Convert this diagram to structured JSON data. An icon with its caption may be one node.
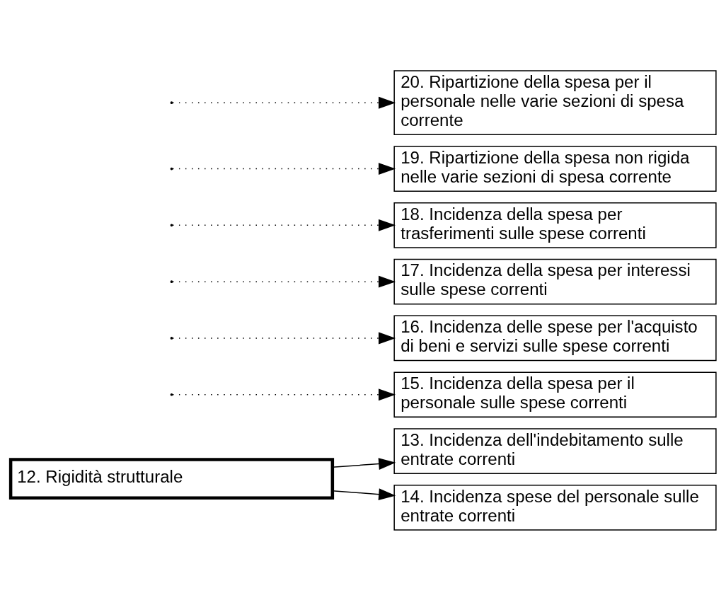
{
  "diagram": {
    "nodes": [
      {
        "text": [
          "12. Rigidità strutturale"
        ]
      },
      {
        "text": [
          "13. Incidenza dell'indebitamento sulle entrate correnti"
        ]
      },
      {
        "text": [
          "14. Incidenza spese del personale sulle entrate correnti"
        ]
      },
      {
        "text": [
          "15. Incidenza della spesa per il personale sulle spese correnti"
        ]
      },
      {
        "text": [
          "16. Incidenza delle spese per l'acquisto di beni e servizi sulle spese correnti"
        ]
      },
      {
        "text": [
          "17. Incidenza della spesa per interessi sulle spese correnti"
        ]
      },
      {
        "text": [
          "18. Incidenza della spesa per trasferimenti sulle spese correnti"
        ]
      },
      {
        "text": [
          "19. Ripartizione della spesa non rigida nelle varie sezioni di spesa corrente"
        ]
      },
      {
        "text": [
          "20. Ripartizione della spesa per il personale nelle varie sezioni di spesa corrente"
        ]
      }
    ],
    "edges": [
      {
        "from": 0,
        "to": 1,
        "arrow": "to"
      },
      {
        "from": 0,
        "to": 2,
        "arrow": "to"
      },
      {
        "from": null,
        "to": 3,
        "arrow": "to",
        "style": "dashed"
      },
      {
        "from": null,
        "to": 4,
        "arrow": "to",
        "style": "dashed"
      },
      {
        "from": null,
        "to": 5,
        "arrow": "to",
        "style": "dashed"
      },
      {
        "from": null,
        "to": 6,
        "arrow": "to",
        "style": "dashed"
      },
      {
        "from": null,
        "to": 7,
        "arrow": "to",
        "style": "dashed"
      },
      {
        "from": null,
        "to": 8,
        "arrow": "to",
        "style": "dashed"
      }
    ]
  }
}
